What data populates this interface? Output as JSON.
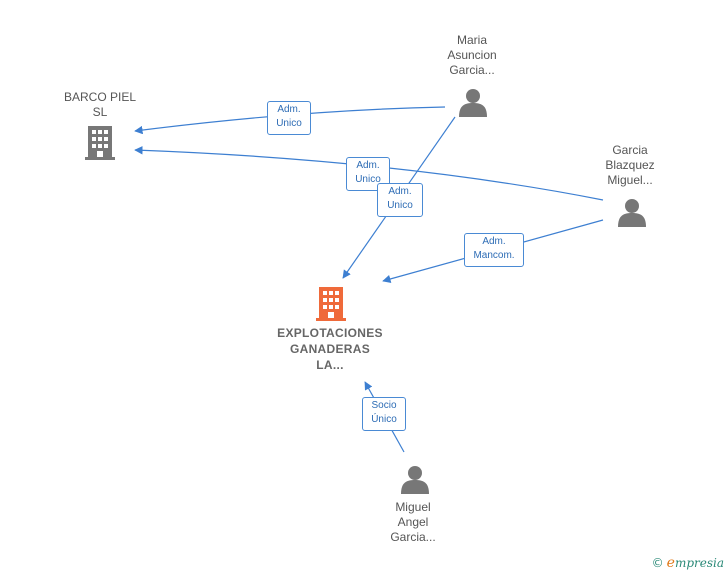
{
  "colors": {
    "edge": "#3d7fd1",
    "person_icon": "#777777",
    "company_icon": "#777777",
    "company_main_icon": "#ef6a3a"
  },
  "nodes": {
    "barco": {
      "lines": [
        "BARCO PIEL",
        "SL"
      ],
      "icon": "building-icon"
    },
    "maria": {
      "lines": [
        "Maria",
        "Asuncion",
        "Garcia..."
      ],
      "icon": "person-icon"
    },
    "garcia_blazquez": {
      "lines": [
        "Garcia",
        "Blazquez",
        "Miguel..."
      ],
      "icon": "person-icon"
    },
    "explotaciones": {
      "lines": [
        "EXPLOTACIONES",
        "GANADERAS",
        "LA..."
      ],
      "icon": "building-icon"
    },
    "miguel": {
      "lines": [
        "Miguel",
        "Angel",
        "Garcia..."
      ],
      "icon": "person-icon"
    }
  },
  "edges": [
    {
      "from": "maria",
      "to": "barco",
      "label": [
        "Adm.",
        "Unico"
      ]
    },
    {
      "from": "garcia_blazquez",
      "to": "barco",
      "label": [
        "Adm.",
        "Unico"
      ]
    },
    {
      "from": "maria",
      "to": "explotaciones",
      "label": [
        "Adm.",
        "Unico"
      ]
    },
    {
      "from": "garcia_blazquez",
      "to": "explotaciones",
      "label": [
        "Adm.",
        "Mancom."
      ]
    },
    {
      "from": "miguel",
      "to": "explotaciones",
      "label": [
        "Socio",
        "Único"
      ]
    }
  ],
  "footer": {
    "copyright": "©",
    "brand_initial": "e",
    "brand_rest": "mpresia"
  }
}
